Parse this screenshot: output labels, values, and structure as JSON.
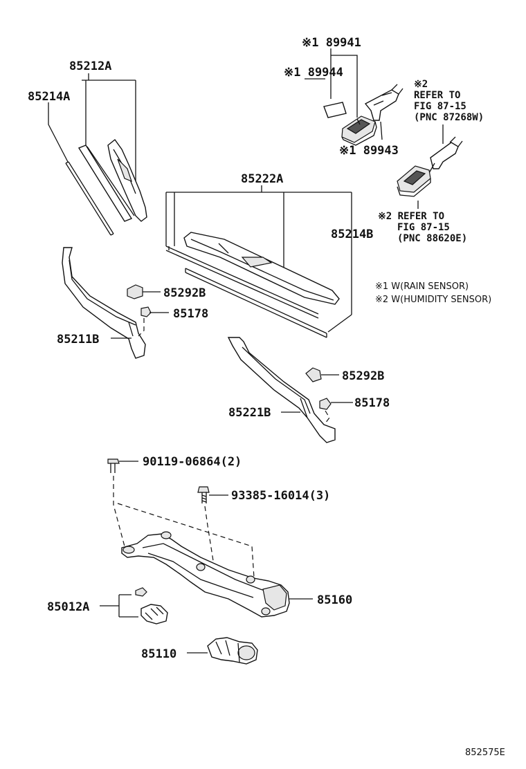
{
  "labels": {
    "p89941": "※1 89941",
    "p89944": "※1 89944",
    "p89943": "※1 89943",
    "p85212A": "85212A",
    "p85214A": "85214A",
    "p85222A": "85222A",
    "p85214B": "85214B",
    "p85292B_left": "85292B",
    "p85178_left": "85178",
    "p85211B": "85211B",
    "p85292B_right": "85292B",
    "p85178_right": "85178",
    "p85221B": "85221B",
    "p90119": "90119-06864(2)",
    "p93385": "93385-16014(3)",
    "p85012A": "85012A",
    "p85160": "85160",
    "p85110": "85110"
  },
  "refs": {
    "ref1_mark": "※2",
    "ref1_line1": "REFER TO",
    "ref1_line2": "FIG 87-15",
    "ref1_line3": "(PNC 87268W)",
    "ref2_line1": "※2 REFER TO",
    "ref2_line2": "FIG 87-15",
    "ref2_line3": "(PNC 88620E)"
  },
  "notes": {
    "note1": "※1 W(RAIN SENSOR)",
    "note2": "※2 W(HUMIDITY SENSOR)"
  },
  "figure_id": "852575E"
}
